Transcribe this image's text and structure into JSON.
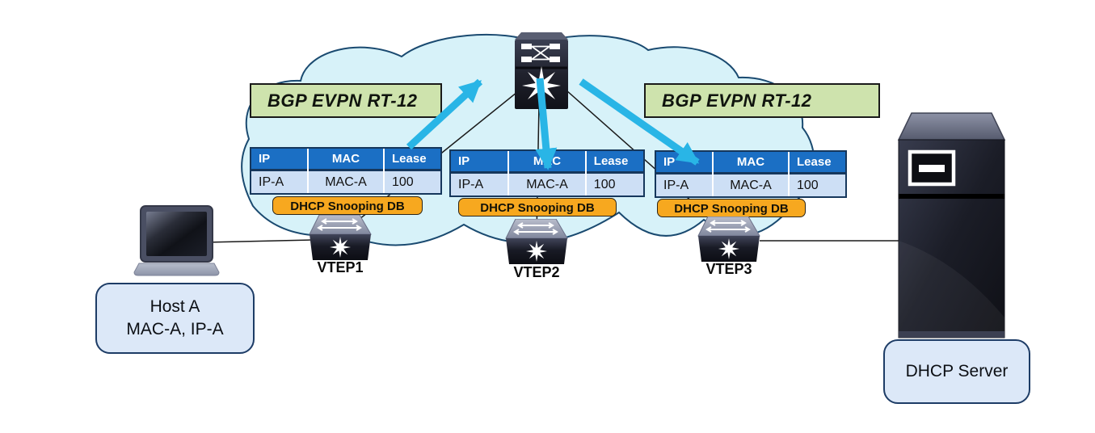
{
  "green_labels": {
    "left": "BGP EVPN RT-12",
    "right": "BGP EVPN RT-12"
  },
  "table": {
    "headers": [
      "IP",
      "MAC",
      "Lease"
    ],
    "row": [
      "IP-A",
      "MAC-A",
      "100"
    ]
  },
  "snooping": {
    "label": "DHCP Snooping DB"
  },
  "vteps": {
    "v1": "VTEP1",
    "v2": "VTEP2",
    "v3": "VTEP3"
  },
  "host": {
    "line1": "Host A",
    "line2": "MAC-A, IP-A"
  },
  "server": {
    "label": "DHCP Server"
  },
  "colors": {
    "arrow": "#29b5e6",
    "cloud_fill": "#d7f2f9",
    "cloud_stroke": "#1a4a70",
    "table_header": "#1b6fc4",
    "table_row": "#cddff5",
    "table_border": "#16375c",
    "snooping_bg": "#f7a81f",
    "green_bg": "#cee3ad",
    "box_bg": "#dce8f8",
    "box_border": "#1d3c66"
  }
}
